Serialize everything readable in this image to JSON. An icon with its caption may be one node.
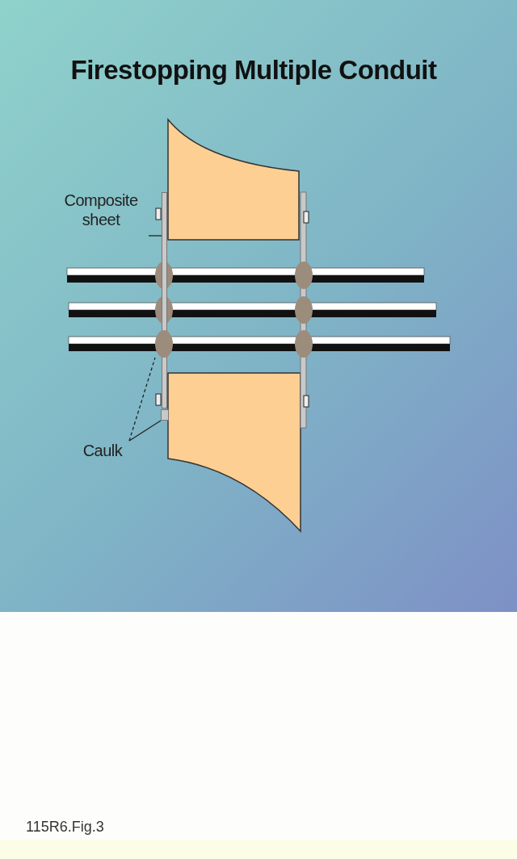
{
  "diagram": {
    "title": "Firestopping Multiple Conduit",
    "nodes": [
      {
        "text": [
          "Composite sheet"
        ]
      },
      {
        "text": [],
        "shape": "bar"
      },
      {
        "text": [
          "Caulk"
        ]
      },
      {
        "text": [],
        "shape": "circle"
      },
      {
        "text": [],
        "shape": "bar"
      }
    ],
    "edges": [
      {
        "from": 0,
        "to": 1,
        "arrow": "none"
      },
      {
        "from": 2,
        "to": 3,
        "arrow": "none",
        "style": "dashed"
      },
      {
        "from": 2,
        "to": 4,
        "arrow": "none"
      }
    ],
    "labels": [
      "115R6.Fig.3"
    ]
  }
}
